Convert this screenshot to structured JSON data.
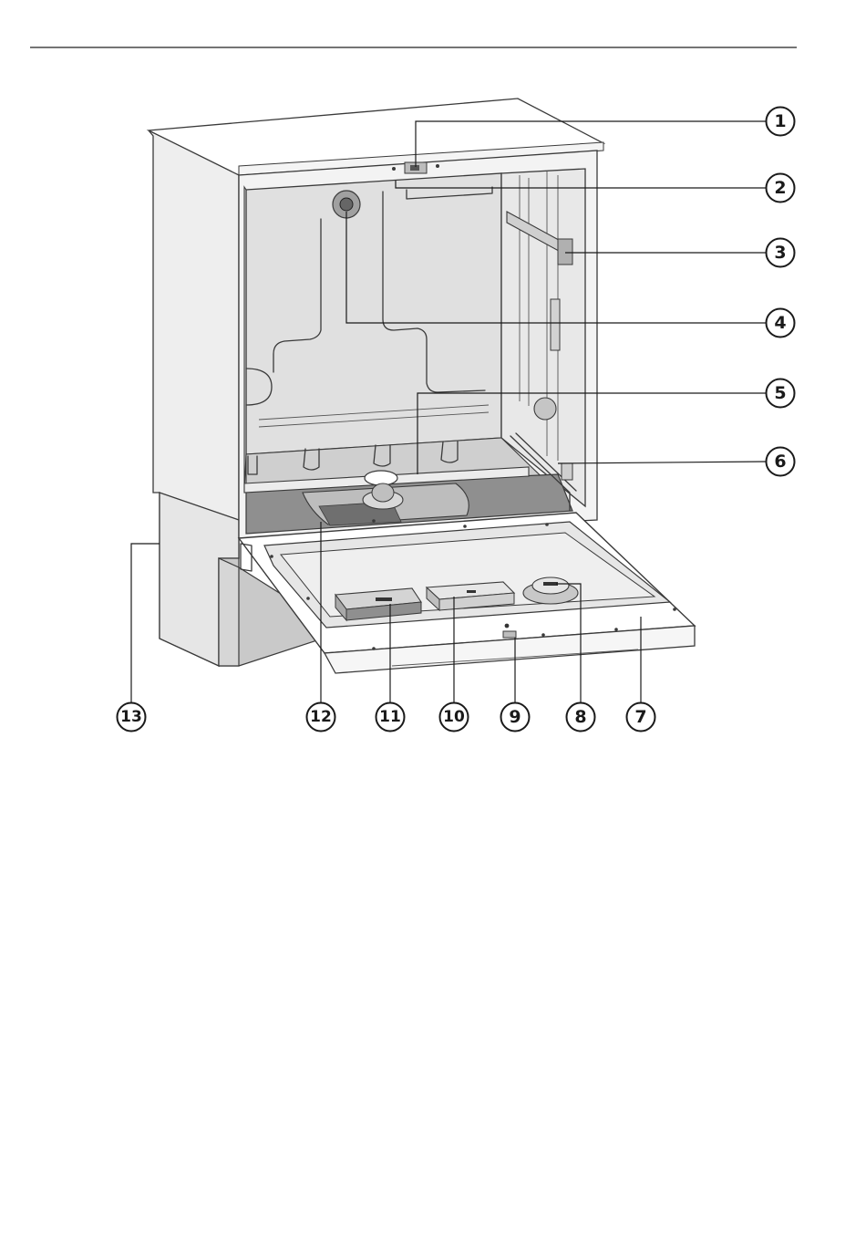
{
  "figure": {
    "callouts": [
      {
        "id": "1",
        "label": "1"
      },
      {
        "id": "2",
        "label": "2"
      },
      {
        "id": "3",
        "label": "3"
      },
      {
        "id": "4",
        "label": "4"
      },
      {
        "id": "5",
        "label": "5"
      },
      {
        "id": "6",
        "label": "6"
      },
      {
        "id": "7",
        "label": "7"
      },
      {
        "id": "8",
        "label": "8"
      },
      {
        "id": "9",
        "label": "9"
      },
      {
        "id": "10",
        "label": "10"
      },
      {
        "id": "11",
        "label": "11"
      },
      {
        "id": "12",
        "label": "12"
      },
      {
        "id": "13",
        "label": "13"
      }
    ]
  },
  "colors": {
    "line": "#3a3a3a",
    "cabinet_side": "#eeeeee",
    "cabinet_top": "#ffffff",
    "tub_interior": "#dedede",
    "tub_floor": "#8f8f8f",
    "plinth": "#c9c9c9",
    "door_inner": "#e3e3e3"
  }
}
